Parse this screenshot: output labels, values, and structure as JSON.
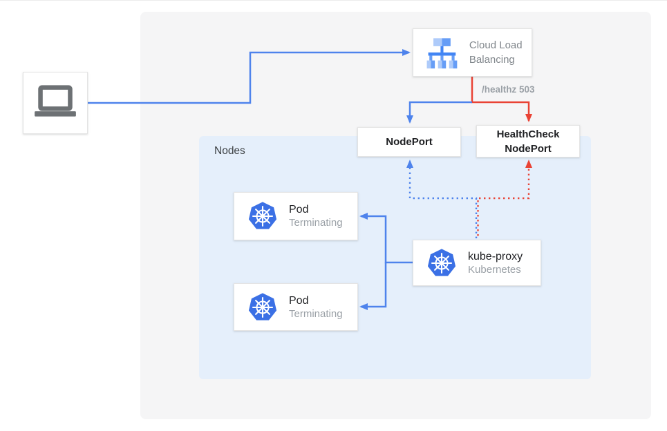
{
  "diagram_title": "kubernetes-external-traffic-health-check-diagram",
  "client": {
    "icon": "laptop-icon"
  },
  "cloud_load_balancing": {
    "label": "Cloud Load Balancing",
    "icon": "load-balancer-icon"
  },
  "healthz_badge": "/healthz 503",
  "nodeport": {
    "label": "NodePort"
  },
  "healthcheck_nodeport": {
    "label": "HealthCheck NodePort"
  },
  "nodes": {
    "label": "Nodes"
  },
  "pods": [
    {
      "title": "Pod",
      "status": "Terminating",
      "icon": "kubernetes-icon"
    },
    {
      "title": "Pod",
      "status": "Terminating",
      "icon": "kubernetes-icon"
    }
  ],
  "kube_proxy": {
    "title": "kube-proxy",
    "subtitle": "Kubernetes",
    "icon": "kubernetes-icon"
  },
  "colors": {
    "arrow_blue": "#4e83ec",
    "arrow_red": "#e94335",
    "panel_bg": "#f5f5f6",
    "nodes_bg": "#e5effb",
    "kubernetes_blue": "#3b70e5",
    "lb_icon_dark_blue": "#4285f4",
    "lb_icon_mid_blue": "#669df6",
    "lb_icon_light_blue": "#aecbfa",
    "muted_text": "#9aa0a6",
    "dark_text": "#202124"
  }
}
